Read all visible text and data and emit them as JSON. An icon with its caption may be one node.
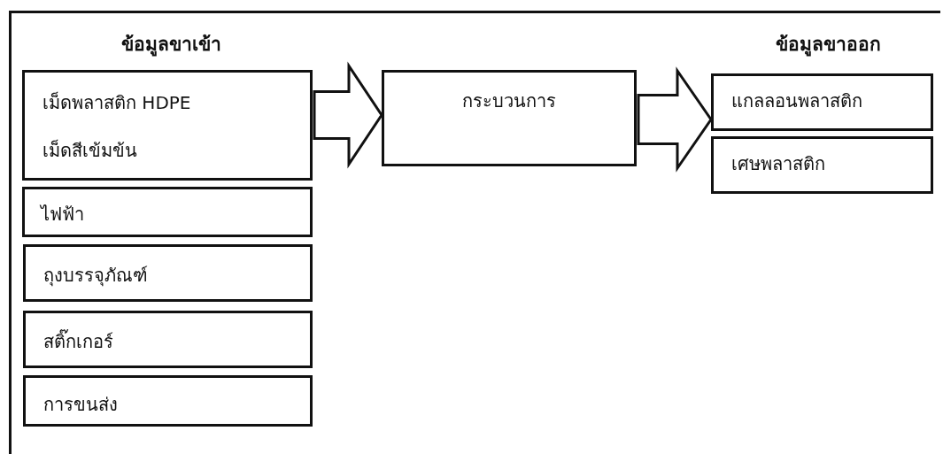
{
  "diagram": {
    "nodes": [
      {
        "text": [
          "เม็ดพลาสติก HDPE",
          "เม็ดสีเข้มข้น"
        ]
      },
      {
        "text": [
          "ไฟฟ้า"
        ]
      },
      {
        "text": [
          "ถุงบรรจุภัณฑ์"
        ]
      },
      {
        "text": [
          "สติ๊กเกอร์"
        ]
      },
      {
        "text": [
          "การขนส่ง"
        ]
      },
      {
        "text": [
          "กระบวนการ"
        ]
      },
      {
        "text": [
          "แกลลอนพลาสติก"
        ]
      },
      {
        "text": [
          "เศษพลาสติก"
        ]
      }
    ],
    "edges": [
      {
        "from": 0,
        "to": 5,
        "arrow": "to"
      },
      {
        "from": 5,
        "to": 6,
        "arrow": "to"
      }
    ],
    "labels": [
      "ข้อมูลขาเข้า",
      "ข้อมูลขาออก"
    ]
  }
}
